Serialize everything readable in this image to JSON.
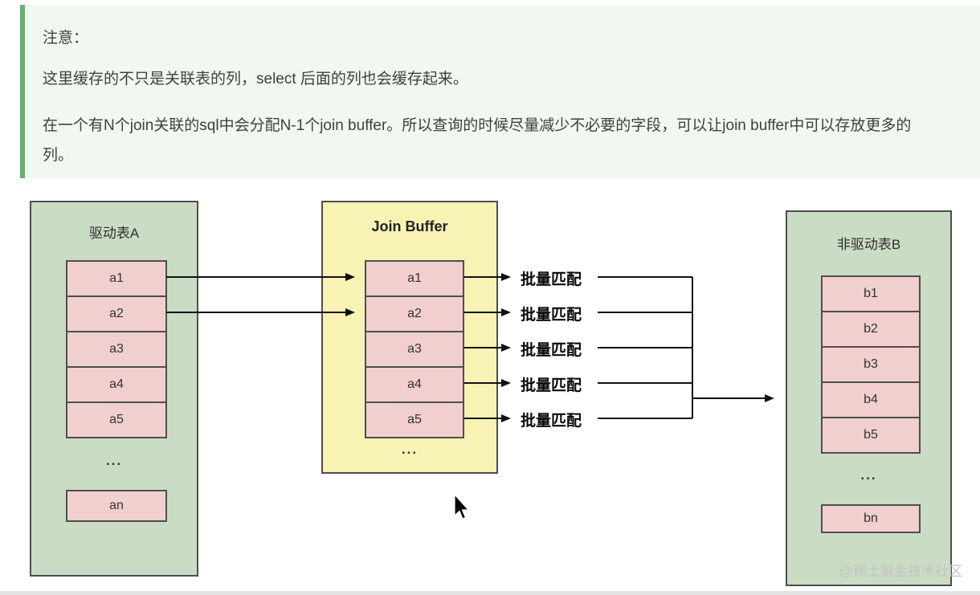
{
  "note": {
    "title": "注意：",
    "paragraphs": [
      "这里缓存的不只是关联表的列，select 后面的列也会缓存起来。",
      "在一个有N个join关联的sql中会分配N-1个join buffer。所以查询的时候尽量减少不必要的字段，可以让join buffer中可以存放更多的列。"
    ]
  },
  "diagram": {
    "table_a": {
      "title": "驱动表A",
      "rows": [
        "a1",
        "a2",
        "a3",
        "a4",
        "a5"
      ],
      "ellipsis": "...",
      "last_row": "an"
    },
    "join_buffer": {
      "title": "Join Buffer",
      "rows": [
        "a1",
        "a2",
        "a3",
        "a4",
        "a5"
      ],
      "ellipsis": "..."
    },
    "match_label": "批量匹配",
    "match_count": 5,
    "table_b": {
      "title": "非驱动表B",
      "rows": [
        "b1",
        "b2",
        "b3",
        "b4",
        "b5"
      ],
      "ellipsis": "...",
      "last_row": "bn"
    }
  },
  "watermark": "@稀土掘金技术社区",
  "colors": {
    "note_bg": "#f1f8f0",
    "note_border": "#67b168",
    "table_bg": "#cbdcc5",
    "buffer_bg": "#f8f2b4",
    "row_bg": "#f1cfcf",
    "arrow": "#111111"
  }
}
